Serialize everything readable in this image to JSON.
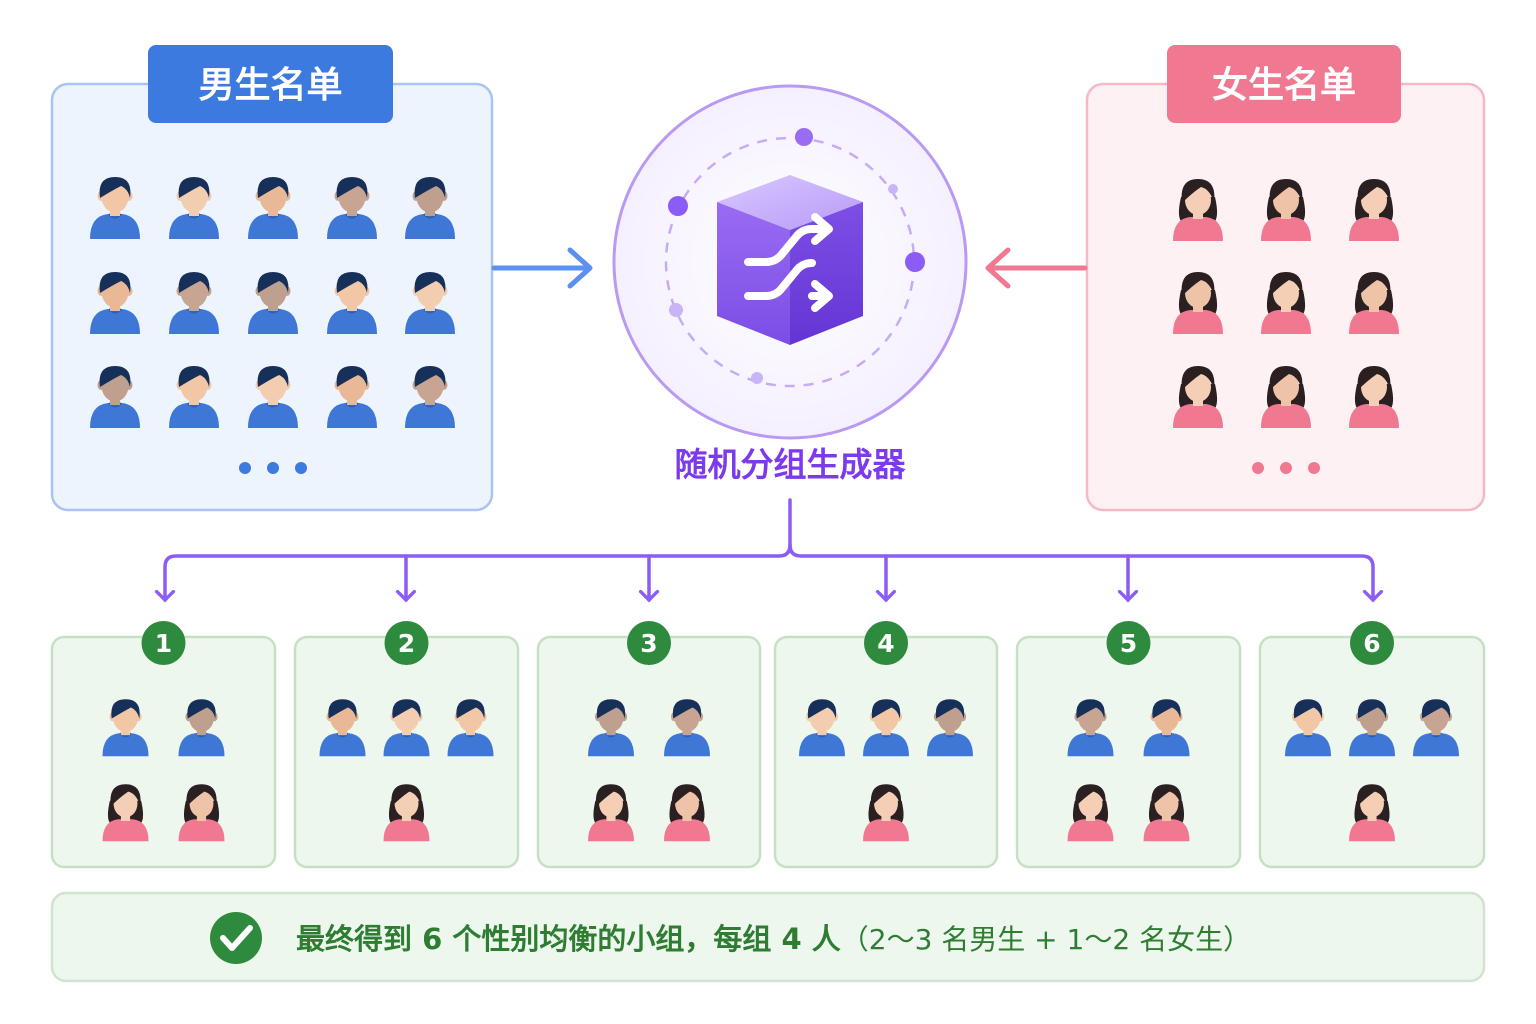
{
  "boys_panel": {
    "title": "男生名单",
    "visible_avatars": 15,
    "more": "..."
  },
  "girls_panel": {
    "title": "女生名单",
    "visible_avatars": 9,
    "more": "..."
  },
  "generator": {
    "label": "随机分组生成器",
    "icon": "shuffle-icon"
  },
  "groups": [
    {
      "number": "1",
      "boys": 2,
      "girls": 2
    },
    {
      "number": "2",
      "boys": 3,
      "girls": 1
    },
    {
      "number": "3",
      "boys": 2,
      "girls": 2
    },
    {
      "number": "4",
      "boys": 3,
      "girls": 1
    },
    {
      "number": "5",
      "boys": 2,
      "girls": 2
    },
    {
      "number": "6",
      "boys": 3,
      "girls": 1
    }
  ],
  "summary": {
    "icon": "check-circle-icon",
    "strong": "最终得到 6 个性别均衡的小组，每组 4 人",
    "light": "（2～3 名男生 + 1～2 名女生）"
  },
  "colors": {
    "boys_primary": "#3d7ae0",
    "girls_primary": "#f07891",
    "generator": "#8b5cf6",
    "group_green": "#2e8b3e"
  }
}
